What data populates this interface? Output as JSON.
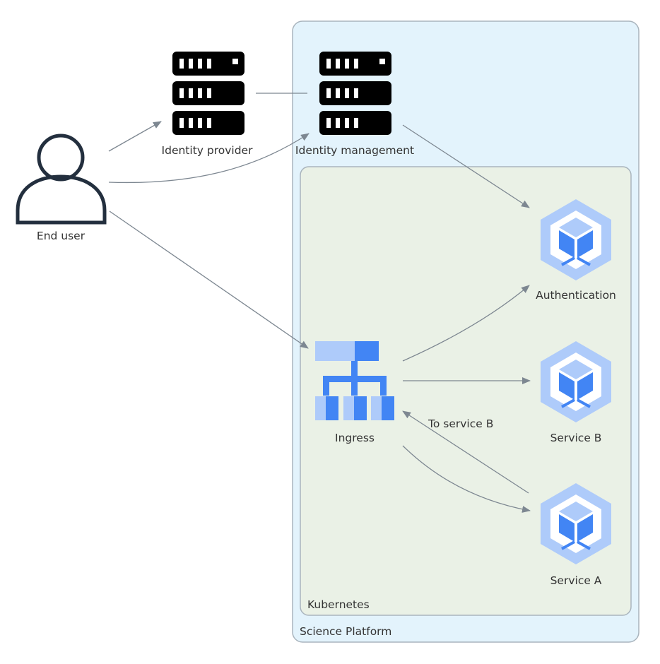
{
  "clusters": {
    "science_platform": "Science Platform",
    "kubernetes": "Kubernetes"
  },
  "nodes": {
    "end_user": "End user",
    "identity_provider": "Identity provider",
    "identity_management": "Identity management",
    "authentication": "Authentication",
    "ingress": "Ingress",
    "service_b": "Service B",
    "service_a": "Service A"
  },
  "edges": {
    "to_service_b": "To service B"
  },
  "colors": {
    "science_platform_fill": "#e3f3fc",
    "kubernetes_fill": "#eaf1e6",
    "cluster_border": "#a9b4bd",
    "edge": "#7d8791",
    "user_icon": "#232f3e",
    "server_icon": "#000000",
    "k8s_light": "#aecbfa",
    "k8s_dark": "#4285f4"
  }
}
